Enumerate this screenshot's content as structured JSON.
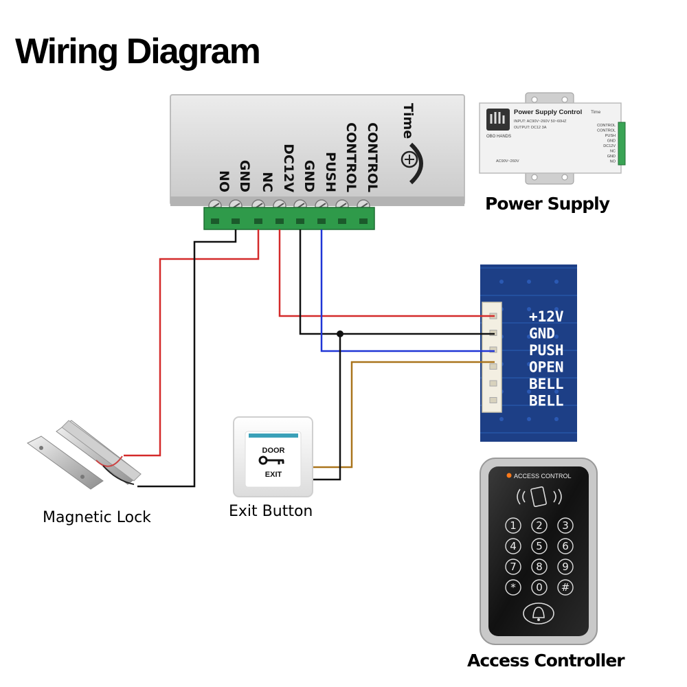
{
  "title": "Wiring Diagram",
  "controller_box": {
    "terminals": [
      "NO",
      "GND",
      "NC",
      "DC12V",
      "GND",
      "PUSH",
      "CONTROL",
      "CONTROL"
    ],
    "brand_text": "Time"
  },
  "power_supply": {
    "caption": "Power Supply",
    "label_title": "Power Supply Control",
    "brand": "Time",
    "input_text": "INPUT: AC90V~260V 50~60HZ",
    "output_text": "OUTPUT: DC12 3A",
    "maker": "OBO HANDS",
    "rating": "AC90V~260V",
    "terminals": [
      "CONTROL",
      "CONTROL",
      "PUSH",
      "GND",
      "DC12V",
      "NC",
      "GND",
      "NO"
    ]
  },
  "pcb": {
    "pins": [
      "+12V",
      "GND",
      "PUSH",
      "OPEN",
      "BELL",
      "BELL"
    ]
  },
  "magnetic_lock": {
    "caption": "Magnetic Lock"
  },
  "exit_button": {
    "caption": "Exit Button",
    "line1": "DOOR",
    "line2": "EXIT"
  },
  "access_controller": {
    "caption": "Access Controller",
    "panel_label": "ACCESS CONTROL",
    "keys": [
      "1",
      "2",
      "3",
      "4",
      "5",
      "6",
      "7",
      "8",
      "9",
      "*",
      "0",
      "#"
    ]
  },
  "wire_colors": {
    "red": "#d42a2a",
    "black": "#111111",
    "blue": "#1f35d6",
    "brown": "#a9741c"
  }
}
